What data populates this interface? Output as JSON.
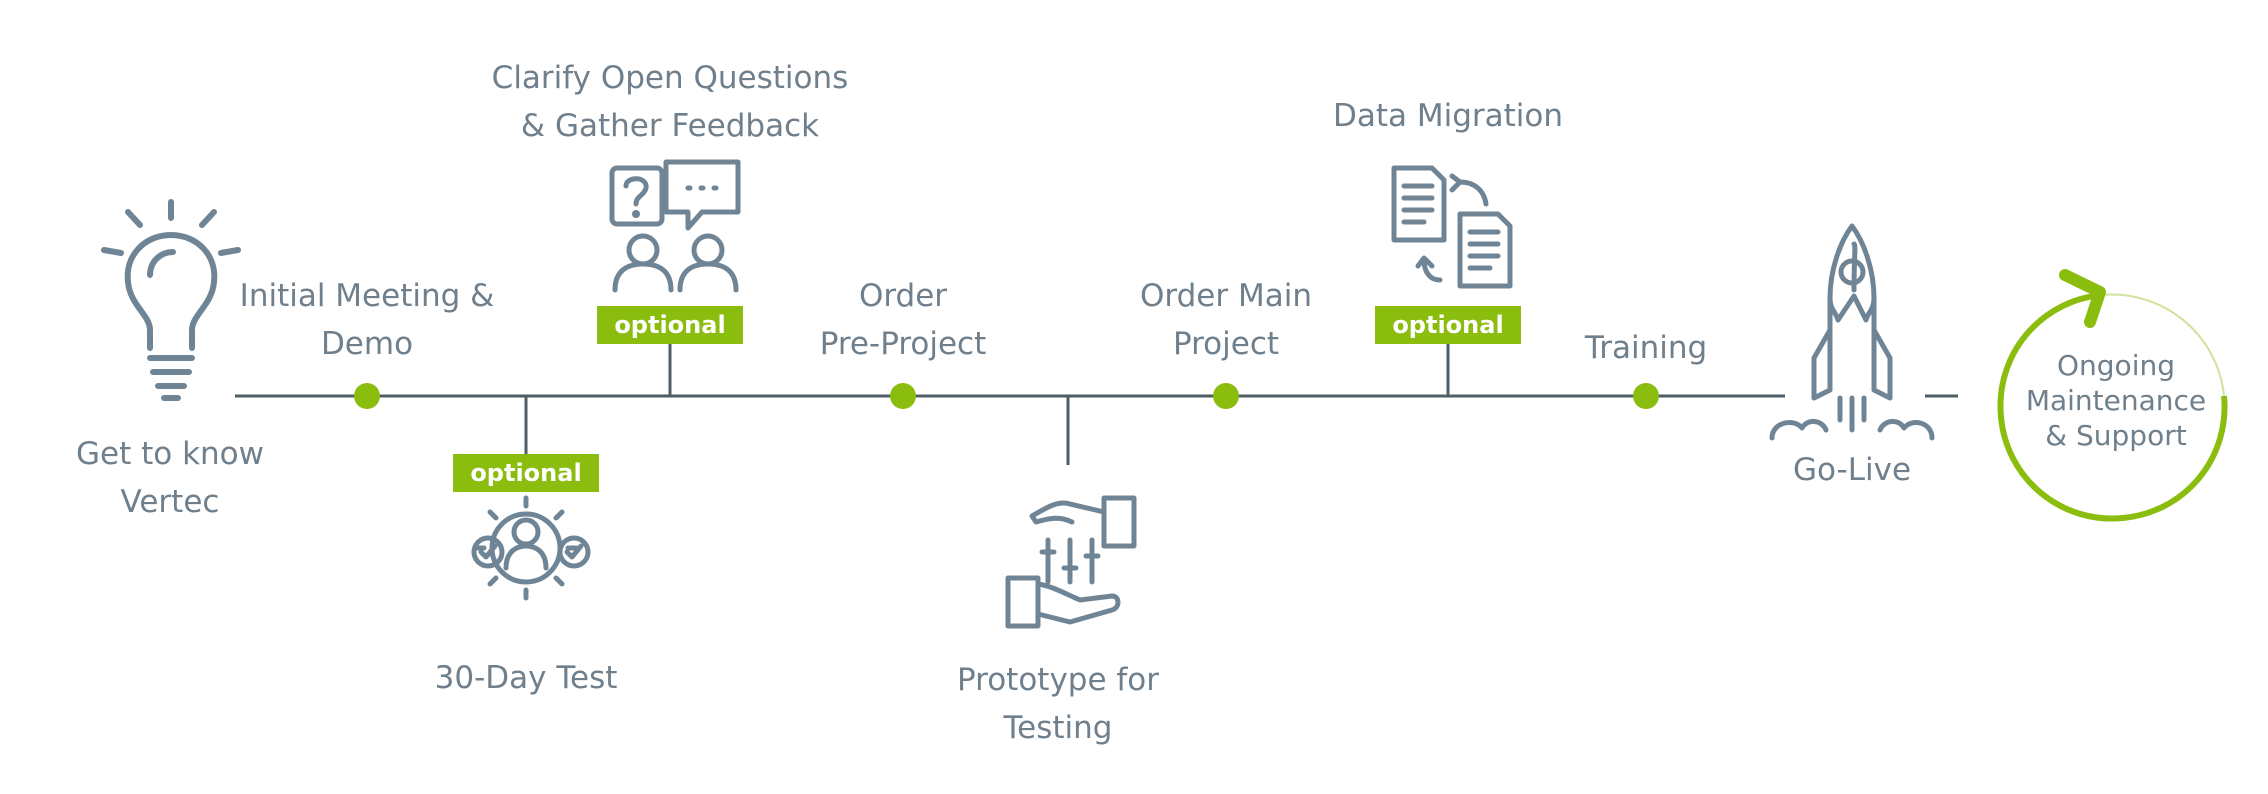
{
  "milestones": {
    "get_to_know": [
      "Get to know",
      "Vertec"
    ],
    "initial_meeting": [
      "Initial Meeting &",
      "Demo"
    ],
    "test_30_day": [
      "30-Day Test"
    ],
    "clarify": [
      "Clarify Open Questions",
      "& Gather Feedback"
    ],
    "order_pre_project": [
      "Order",
      "Pre-Project"
    ],
    "prototype": [
      "Prototype for",
      "Testing"
    ],
    "order_main_project": [
      "Order Main",
      "Project"
    ],
    "data_migration": [
      "Data Migration"
    ],
    "training": [
      "Training"
    ],
    "go_live": [
      "Go-Live"
    ],
    "ongoing": [
      "Ongoing",
      "Maintenance",
      "& Support"
    ]
  },
  "badges": {
    "test_30_day": "optional",
    "clarify": "optional",
    "data_migration": "optional"
  },
  "colors": {
    "line": "#4f5d66",
    "icon": "#6f8596",
    "text": "#6f7f8c",
    "accent": "#8bbd0f"
  },
  "icons": [
    "lightbulb-icon",
    "people-questions-icon",
    "user-gear-checks-icon",
    "handshake-sliders-icon",
    "documents-migration-icon",
    "rocket-icon",
    "circular-arrow-icon"
  ]
}
